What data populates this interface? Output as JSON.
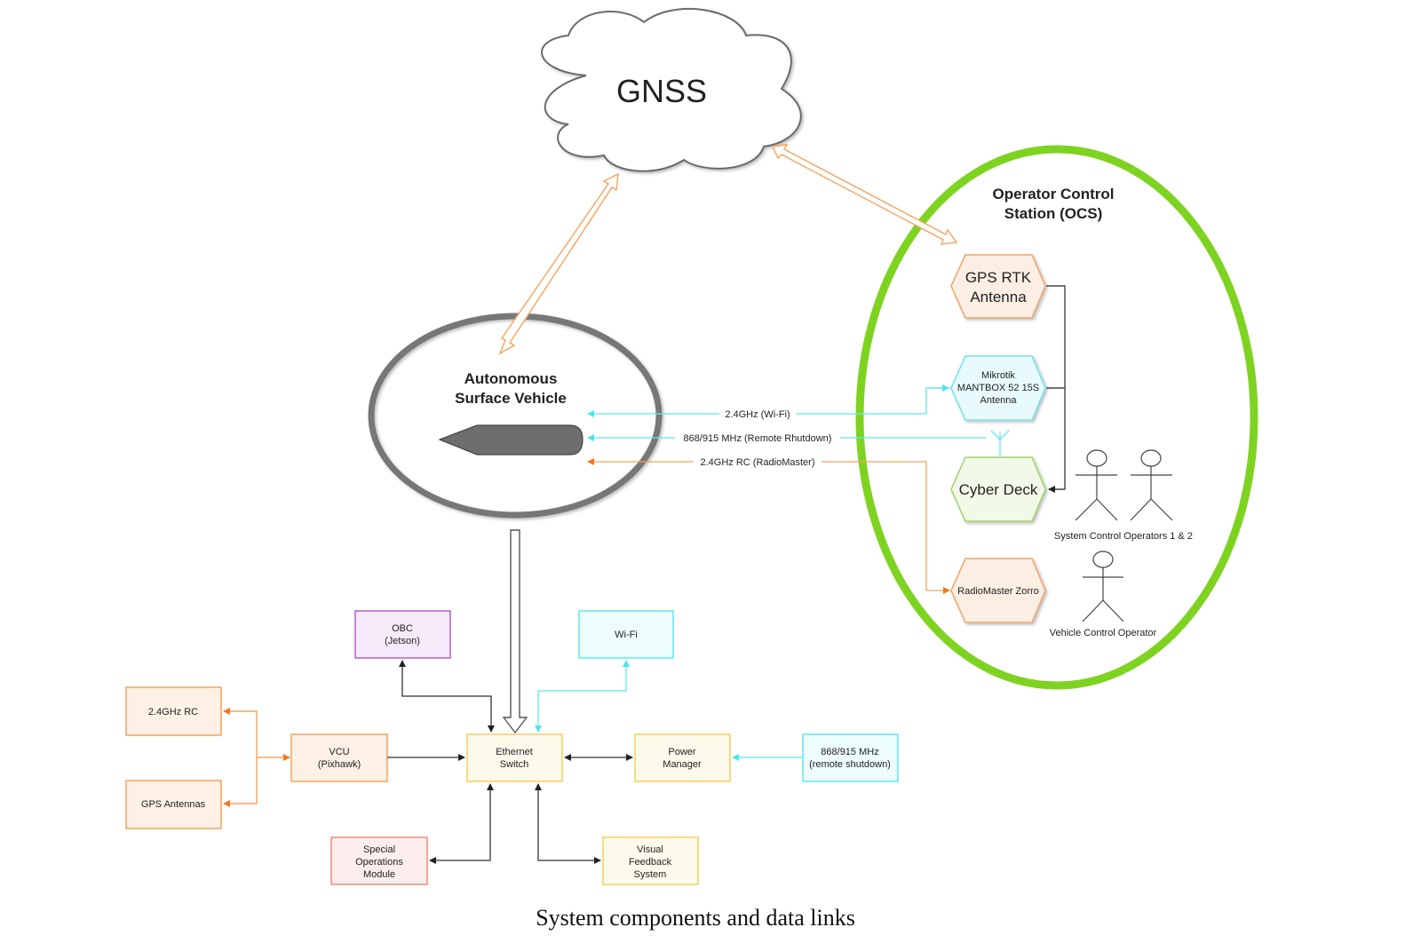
{
  "gnss": {
    "label": "GNSS"
  },
  "asv": {
    "title_line1": "Autonomous",
    "title_line2": "Surface Vehicle"
  },
  "ocs": {
    "title_line1": "Operator Control",
    "title_line2": "Station (OCS)",
    "gps_rtk": {
      "line1": "GPS RTK",
      "line2": "Antenna"
    },
    "mikrotik": {
      "line1": "Mikrotik",
      "line2": "MANTBOX 52 15S",
      "line3": "Antenna"
    },
    "cyber_deck": {
      "label": "Cyber Deck"
    },
    "radiomaster": {
      "label": "RadioMaster Zorro"
    },
    "system_operators_label": "System Control Operators 1 & 2",
    "vehicle_operator_label": "Vehicle Control Operator"
  },
  "links": {
    "wifi": "2.4GHz (Wi-Fi)",
    "remote_shutdown": "868/915 MHz (Remote Rhutdown)",
    "rc": "2.4GHz RC (RadioMaster)"
  },
  "blocks": {
    "rc_24": {
      "line1": "2.4GHz RC"
    },
    "gps_antennas": {
      "line1": "GPS Antennas"
    },
    "vcu": {
      "line1": "VCU",
      "line2": "(Pixhawk)"
    },
    "obc": {
      "line1": "OBC",
      "line2": "(Jetson)"
    },
    "ethernet_switch": {
      "line1": "Ethernet",
      "line2": "Switch"
    },
    "wifi": {
      "line1": "Wi-Fi"
    },
    "power_manager": {
      "line1": "Power",
      "line2": "Manager"
    },
    "shutdown_radio": {
      "line1": "868/915 MHz",
      "line2": "(remote shutdown)"
    },
    "special_ops": {
      "line1": "Special",
      "line2": "Operations",
      "line3": "Module"
    },
    "visual_feedback": {
      "line1": "Visual",
      "line2": "Feedback",
      "line3": "System"
    }
  },
  "colors": {
    "orange": "#f5a35c",
    "orange_dark": "#f07a1a",
    "cyan": "#5ee8f2",
    "green": "#7ed321",
    "purple": "#b35fd1",
    "yellow": "#f5cf5a",
    "red": "#f08a7e",
    "gray": "#6e6e6e"
  },
  "caption": "System components and data links"
}
